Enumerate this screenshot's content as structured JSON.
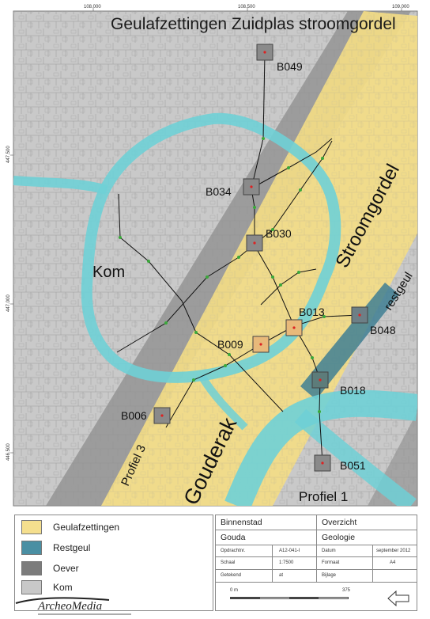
{
  "map": {
    "title": "Geulafzettingen Zuidplas stroomgordel",
    "coords": {
      "top": [
        "108.000",
        "108.500",
        "109.000"
      ],
      "left": [
        "447.500",
        "447.000",
        "446.500"
      ]
    },
    "areas": {
      "kom": "Kom",
      "stroomgordel": "Stroomgordel",
      "restgeul": "restgeul",
      "gouderak": "Gouderak",
      "profiel3": "Profiel 3",
      "profiel1": "Profiel 1"
    },
    "boreholes": [
      {
        "id": "B049"
      },
      {
        "id": "B034"
      },
      {
        "id": "B030"
      },
      {
        "id": "B013"
      },
      {
        "id": "B048"
      },
      {
        "id": "B009"
      },
      {
        "id": "B018"
      },
      {
        "id": "B006"
      },
      {
        "id": "B051"
      }
    ],
    "colors": {
      "background": "#c9c9c9",
      "geulafzettingen": "#f3dc86",
      "restgeul": "#3f7f93",
      "oever": "#8c8c8c",
      "kom": "#c4c4c4",
      "water": "#6fd0d6"
    }
  },
  "legend": {
    "items": [
      {
        "label": "Geulafzettingen",
        "color": "#f5df8e"
      },
      {
        "label": "Restgeul",
        "color": "#4a8fa3"
      },
      {
        "label": "Oever",
        "color": "#7c7c7c"
      },
      {
        "label": "Kom",
        "color": "#c8c8c8"
      }
    ],
    "logo": "ArcheoMedia"
  },
  "info": {
    "binnenstad": "Binnenstad",
    "overzicht": "Overzicht",
    "gouda": "Gouda",
    "geologie": "Geologie",
    "opdrachtnr_label": "Opdrachtnr.",
    "opdrachtnr_value": "A12-041-I",
    "datum_label": "Datum",
    "datum_value": "september 2012",
    "schaal_label": "Schaal",
    "schaal_value": "1:7500",
    "formaat_label": "Formaat",
    "formaat_value": "A4",
    "getekend_label": "Getekend",
    "getekend_value": "at",
    "bijlage_label": "Bijlage",
    "scale_start": "0 m",
    "scale_end": "375"
  }
}
